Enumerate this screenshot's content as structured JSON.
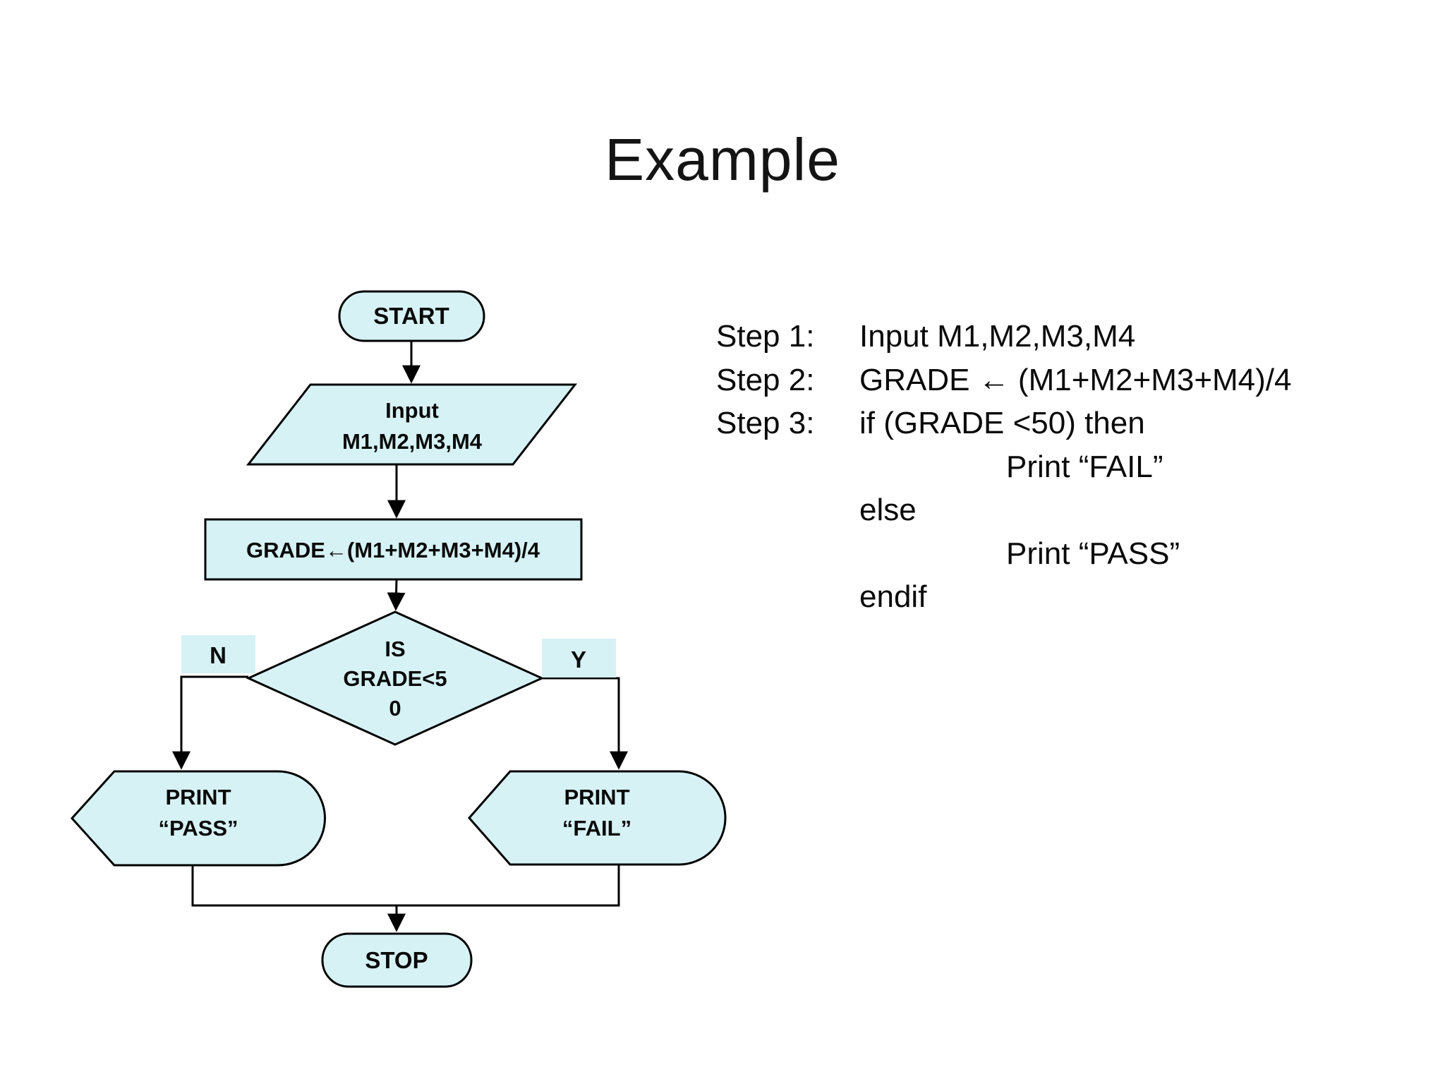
{
  "slide": {
    "title": "Example"
  },
  "colors": {
    "background": "#ffffff",
    "shape_fill": "#d6f2f5",
    "shape_stroke": "#000000",
    "text": "#0a0a0a"
  },
  "flowchart": {
    "start": {
      "label": "START"
    },
    "input": {
      "line1": "Input",
      "line2": "M1,M2,M3,M4"
    },
    "process": {
      "label": "GRADE←(M1+M2+M3+M4)/4"
    },
    "decision": {
      "line1": "IS",
      "line2": "GRADE<5",
      "line3": "0"
    },
    "branch_no": {
      "label": "N"
    },
    "branch_yes": {
      "label": "Y"
    },
    "print_pass": {
      "line1": "PRINT",
      "line2": "“PASS”"
    },
    "print_fail": {
      "line1": "PRINT",
      "line2": "“FAIL”"
    },
    "stop": {
      "label": "STOP"
    }
  },
  "pseudocode": {
    "rows": [
      {
        "label": "Step 1:",
        "text": "Input M1,M2,M3,M4"
      },
      {
        "label": "Step 2:",
        "text": "GRADE ← (M1+M2+M3+M4)/4"
      },
      {
        "label": "Step 3:",
        "text": "if (GRADE <50) then"
      },
      {
        "label": "",
        "text": "Print “FAIL”"
      },
      {
        "label": "",
        "text": "else"
      },
      {
        "label": "",
        "text": "Print “PASS”"
      },
      {
        "label": "",
        "text": "endif"
      }
    ]
  }
}
